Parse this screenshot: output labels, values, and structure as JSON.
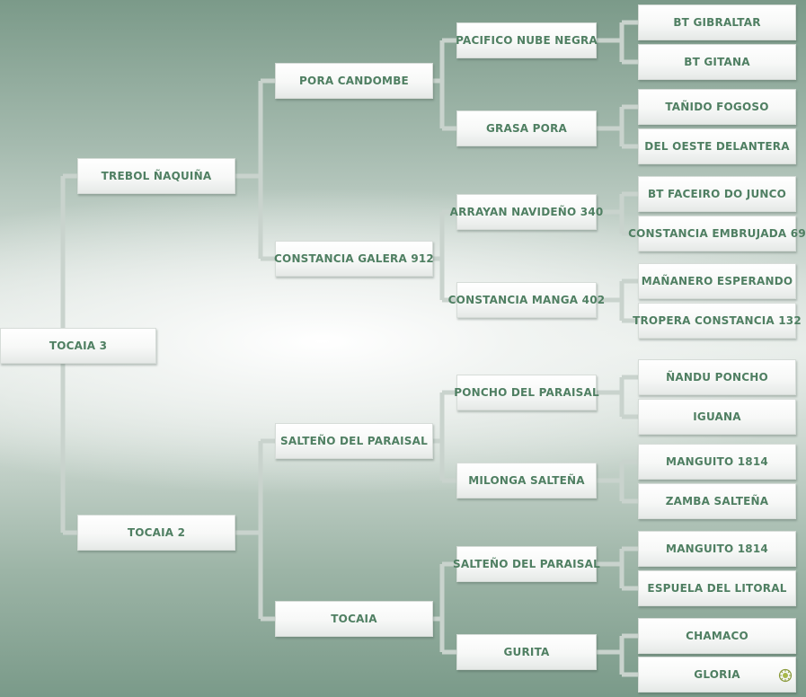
{
  "root": {
    "label": "TOCAIA 3"
  },
  "sire": {
    "label": "TREBOL ÑAQUIÑA",
    "sire": {
      "label": "PORA CANDOMBE",
      "sire": {
        "label": "PACIFICO NUBE NEGRA",
        "sire": "BT GIBRALTAR",
        "dam": "BT GITANA"
      },
      "dam": {
        "label": "GRASA PORA",
        "sire": "TAÑIDO FOGOSO",
        "dam": "DEL OESTE DELANTERA"
      }
    },
    "dam": {
      "label": "CONSTANCIA GALERA 912",
      "sire": {
        "label": "ARRAYAN NAVIDEÑO 340",
        "sire": "BT FACEIRO DO JUNCO",
        "dam": "CONSTANCIA EMBRUJADA 69"
      },
      "dam": {
        "label": "CONSTANCIA MANGA 402",
        "sire": "MAÑANERO ESPERANDO",
        "dam": "TROPERA CONSTANCIA 132"
      }
    }
  },
  "dam": {
    "label": "TOCAIA 2",
    "sire": {
      "label": "SALTEÑO DEL PARAISAL",
      "sire": {
        "label": "PONCHO DEL PARAISAL",
        "sire": "ÑANDU PONCHO",
        "dam": "IGUANA"
      },
      "dam": {
        "label": "MILONGA SALTEÑA",
        "sire": "MANGUITO 1814",
        "dam": "ZAMBA SALTEÑA"
      }
    },
    "dam": {
      "label": "TOCAIA",
      "sire": {
        "label": "SALTEÑO DEL PARAISAL",
        "sire": "MANGUITO 1814",
        "dam": "ESPUELA DEL LITORAL"
      },
      "dam": {
        "label": "GURITA",
        "sire": "CHAMACO",
        "dam": "GLORIA"
      }
    }
  },
  "colors": {
    "node_text": "#4f7f62",
    "connector": "#c9d3cd"
  }
}
